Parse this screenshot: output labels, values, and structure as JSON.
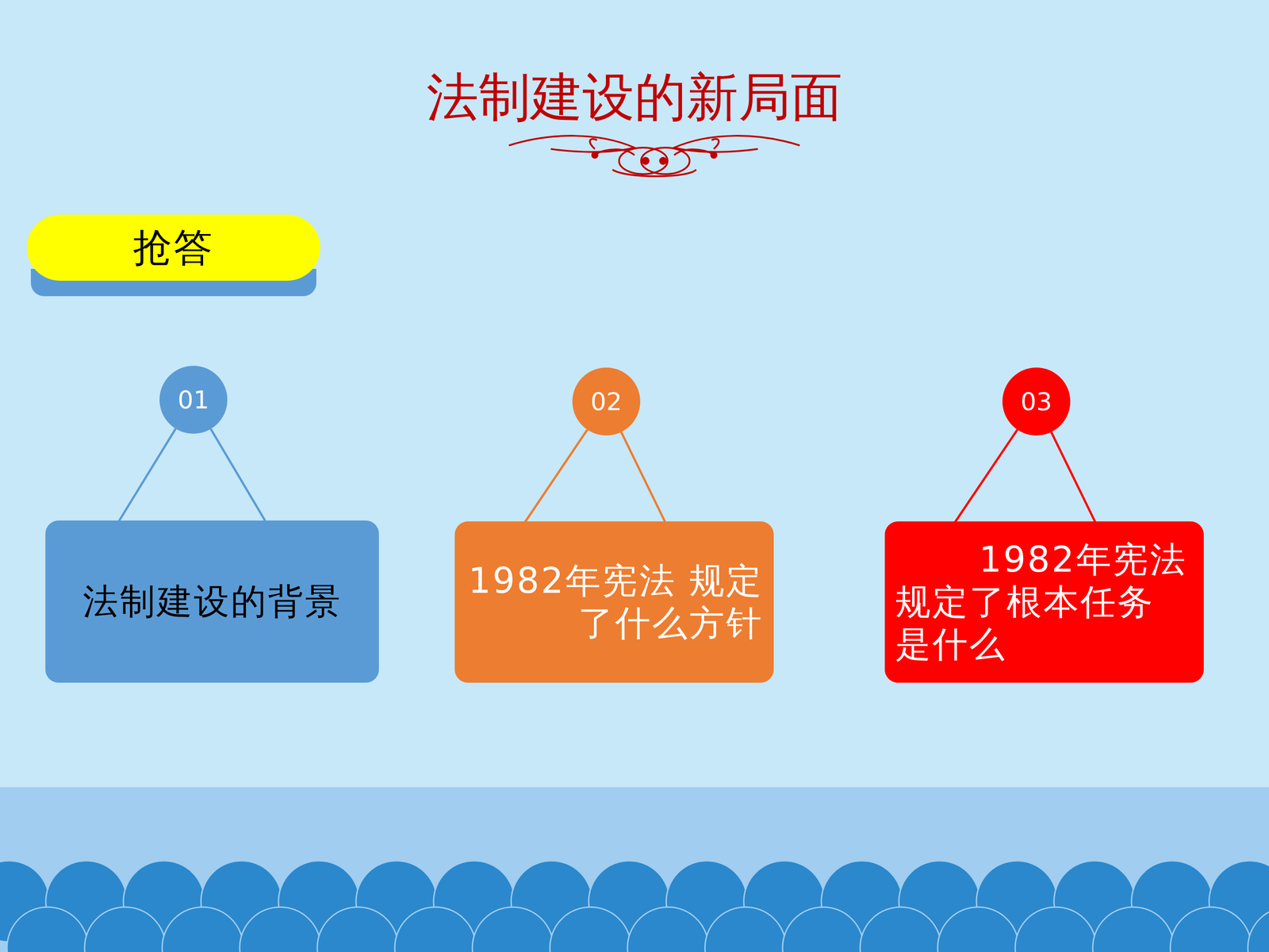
{
  "diagram": {
    "title": "法制建设的新局面",
    "nodes": [
      {
        "text": [
          "抢答"
        ]
      },
      {
        "text": [
          "01"
        ]
      },
      {
        "text": [
          "法制建设的背景"
        ]
      },
      {
        "text": [
          "02"
        ]
      },
      {
        "text": [
          "1982年宪法 规定了什么方针"
        ]
      },
      {
        "text": [
          "03"
        ]
      },
      {
        "text": [
          "1982年宪法 规定了根本任务 是什么"
        ]
      }
    ],
    "edges": [
      {
        "from": 1,
        "to": 2,
        "arrow": "none"
      },
      {
        "from": 3,
        "to": 4,
        "arrow": "none"
      },
      {
        "from": 5,
        "to": 6,
        "arrow": "none"
      }
    ]
  }
}
